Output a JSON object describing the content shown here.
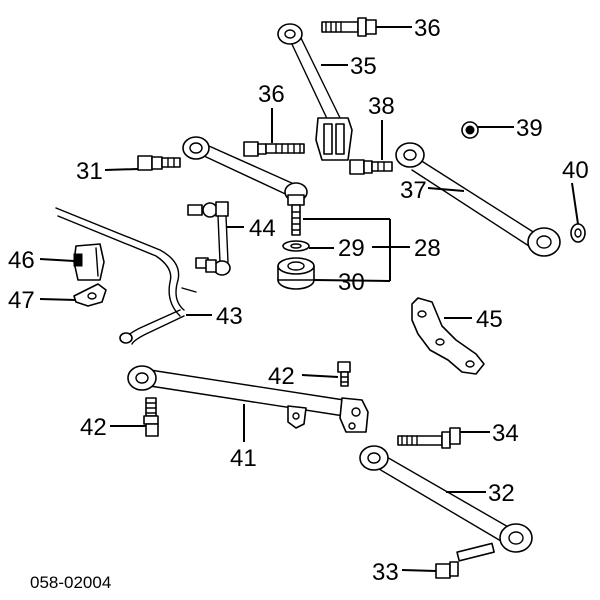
{
  "diagram_code": "058-02004",
  "callouts": {
    "p28": "28",
    "p29": "29",
    "p30": "30",
    "p31": "31",
    "p32": "32",
    "p33": "33",
    "p34": "34",
    "p35": "35",
    "p36_top": "36",
    "p36_mid": "36",
    "p37": "37",
    "p38": "38",
    "p39": "39",
    "p40": "40",
    "p41": "41",
    "p42_right": "42",
    "p42_left": "42",
    "p43": "43",
    "p44": "44",
    "p45": "45",
    "p46": "46",
    "p47": "47"
  }
}
